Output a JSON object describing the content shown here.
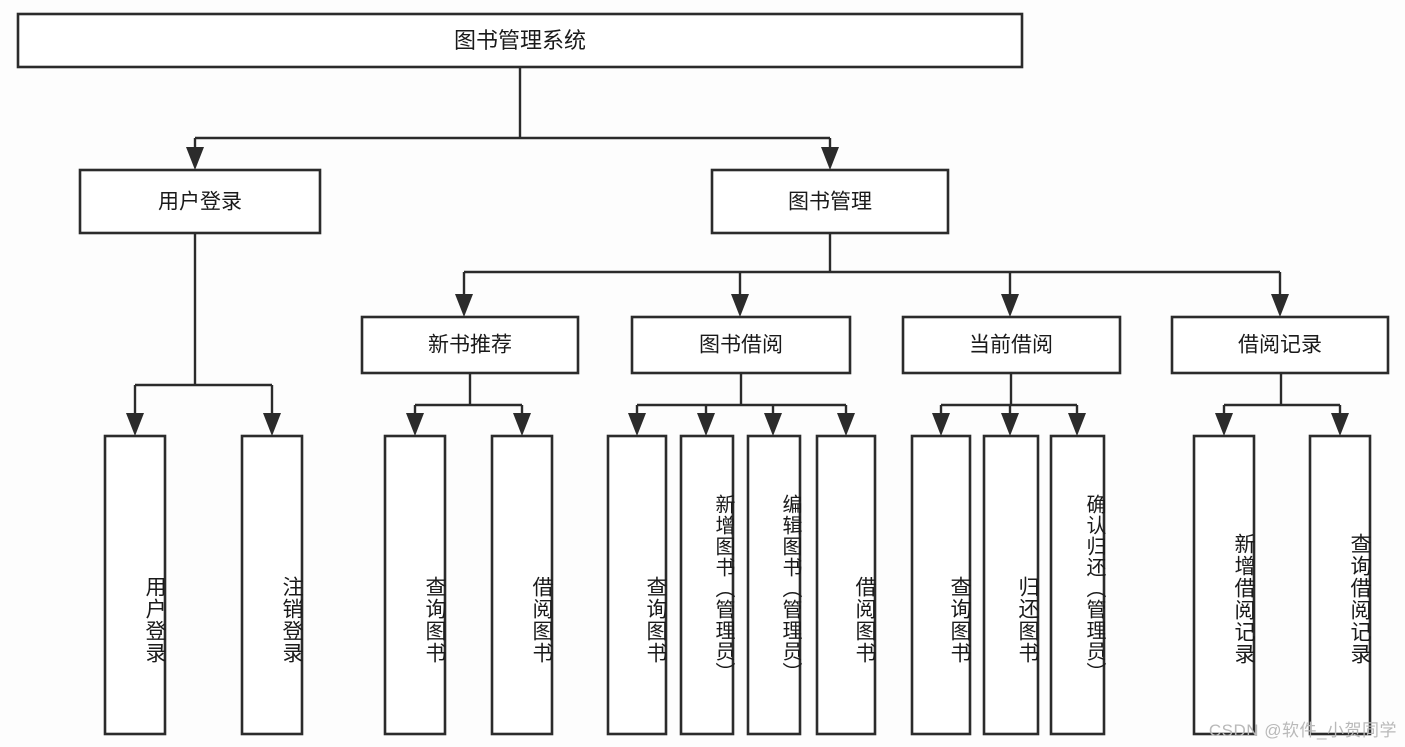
{
  "diagram": {
    "type": "tree-hierarchy",
    "orientation": "top-down",
    "colors": {
      "background": "#fdfdfd",
      "box_fill": "#ffffff",
      "box_stroke": "#2b2b2b",
      "text": "#1a1a1a",
      "watermark": "#b9b9b9"
    },
    "root": {
      "label": "图书管理系统"
    },
    "level2": [
      {
        "label": "用户登录"
      },
      {
        "label": "图书管理"
      }
    ],
    "level3": [
      {
        "label": "新书推荐"
      },
      {
        "label": "图书借阅"
      },
      {
        "label": "当前借阅"
      },
      {
        "label": "借阅记录"
      }
    ],
    "leaves": {
      "user_login": [
        {
          "label": "用户登录"
        },
        {
          "label": "注销登录"
        }
      ],
      "new_book_recommend": [
        {
          "label": "查询图书"
        },
        {
          "label": "借阅图书"
        }
      ],
      "book_borrow": [
        {
          "label": "查询图书"
        },
        {
          "label": "新增图书（管理员）"
        },
        {
          "label": "编辑图书（管理员）"
        },
        {
          "label": "借阅图书"
        }
      ],
      "current_borrow": [
        {
          "label": "查询图书"
        },
        {
          "label": "归还图书"
        },
        {
          "label": "确认归还（管理员）"
        }
      ],
      "borrow_record": [
        {
          "label": "新增借阅记录"
        },
        {
          "label": "查询借阅记录"
        }
      ]
    }
  },
  "watermark": {
    "text": "CSDN @软件_小贺同学"
  }
}
